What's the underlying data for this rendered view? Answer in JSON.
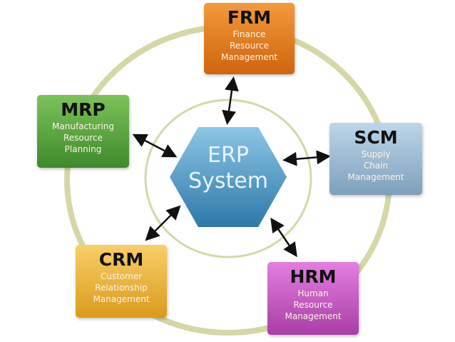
{
  "center": {
    "line1": "ERP",
    "line2": "System"
  },
  "modules": {
    "frm": {
      "abbr": "FRM",
      "l1": "Finance",
      "l2": "Resource",
      "l3": "Management"
    },
    "mrp": {
      "abbr": "MRP",
      "l1": "Manufacturing",
      "l2": "Resource",
      "l3": "Planning"
    },
    "scm": {
      "abbr": "SCM",
      "l1": "Supply",
      "l2": "Chain",
      "l3": "Management"
    },
    "crm": {
      "abbr": "CRM",
      "l1": "Customer",
      "l2": "Relationship",
      "l3": "Management"
    },
    "hrm": {
      "abbr": "HRM",
      "l1": "Human",
      "l2": "Resource",
      "l3": "Management"
    }
  },
  "colors": {
    "ring": "#d5d7a6",
    "hexagon": "#3f8fbf",
    "arrow": "#111111"
  }
}
